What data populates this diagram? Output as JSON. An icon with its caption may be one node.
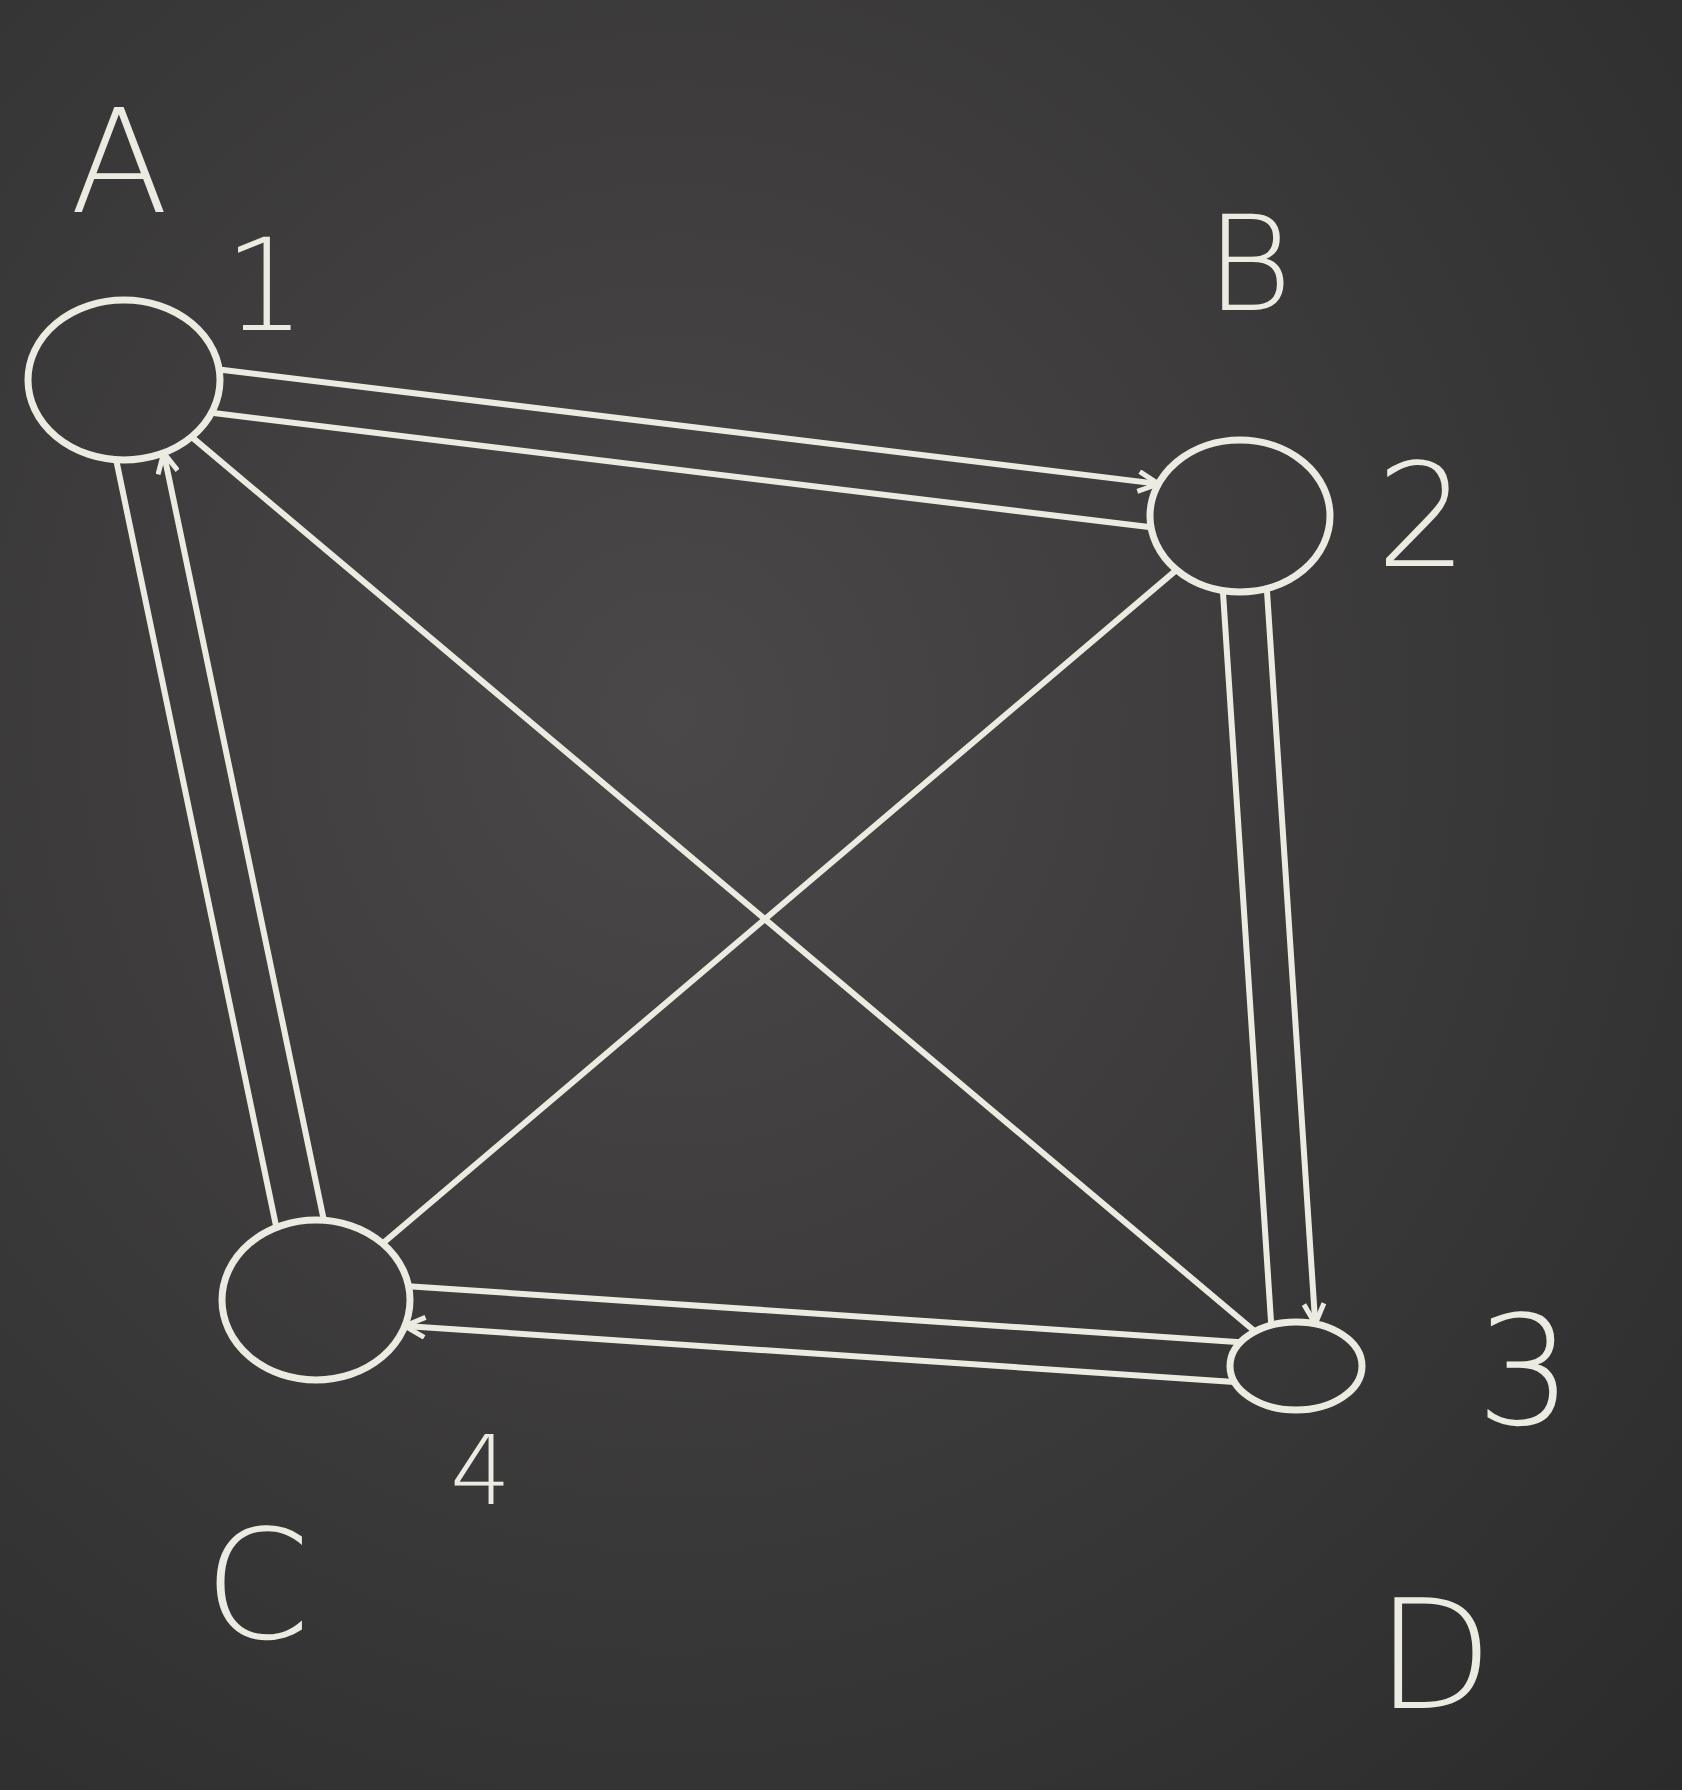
{
  "diagram": {
    "nodes": [
      {
        "text": [],
        "shape": "circle",
        "beside": [
          "A",
          "1"
        ]
      },
      {
        "text": [],
        "shape": "circle",
        "beside": [
          "B",
          "2"
        ]
      },
      {
        "text": [],
        "shape": "circle",
        "beside": [
          "C",
          "4"
        ]
      },
      {
        "text": [],
        "shape": "circle",
        "beside": [
          "3",
          "D"
        ]
      }
    ],
    "edges": [
      {
        "from": 0,
        "to": 1,
        "arrow": "to"
      },
      {
        "from": 1,
        "to": 0,
        "arrow": "none"
      },
      {
        "from": 1,
        "to": 3,
        "arrow": "to"
      },
      {
        "from": 1,
        "to": 3,
        "arrow": "none"
      },
      {
        "from": 3,
        "to": 2,
        "arrow": "to"
      },
      {
        "from": 2,
        "to": 3,
        "arrow": "none"
      },
      {
        "from": 2,
        "to": 0,
        "arrow": "to"
      },
      {
        "from": 2,
        "to": 0,
        "arrow": "none"
      },
      {
        "from": 0,
        "to": 3,
        "arrow": "none"
      },
      {
        "from": 1,
        "to": 2,
        "arrow": "none"
      }
    ]
  }
}
